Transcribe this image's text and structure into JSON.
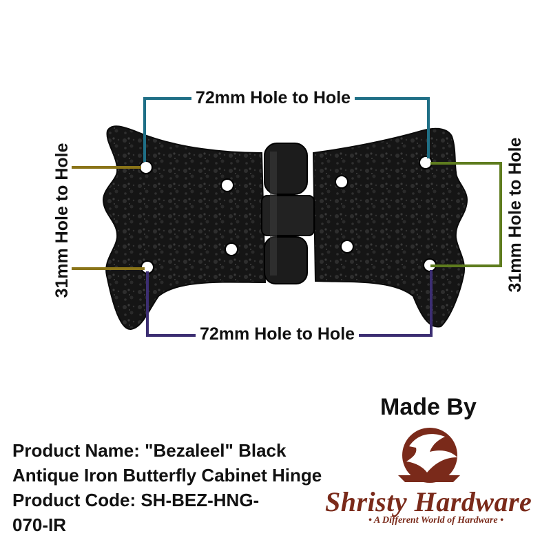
{
  "dimensions": {
    "top": "72mm Hole to Hole",
    "bottom": "72mm Hole to Hole",
    "left": "31mm Hole to Hole",
    "right": "31mm Hole to Hole"
  },
  "made_by": "Made By",
  "product": {
    "line1": "Product Name: \"Bezaleel\" Black",
    "line2": "Antique Iron Butterfly Cabinet Hinge",
    "line3": "Product Code: SH-BEZ-HNG-",
    "line4": "070-IR"
  },
  "brand": {
    "name": "Shristy Hardware",
    "tagline": "• A Different World of Hardware •"
  },
  "colors": {
    "top_line": "#1f6f86",
    "bottom_line": "#3c2e72",
    "left_line": "#8a7418",
    "right_line": "#5e7c1e",
    "hinge": "#141414",
    "brand": "#7a2a1a"
  },
  "icons": [
    "butterfly-hinge-icon",
    "dove-logo-icon"
  ]
}
